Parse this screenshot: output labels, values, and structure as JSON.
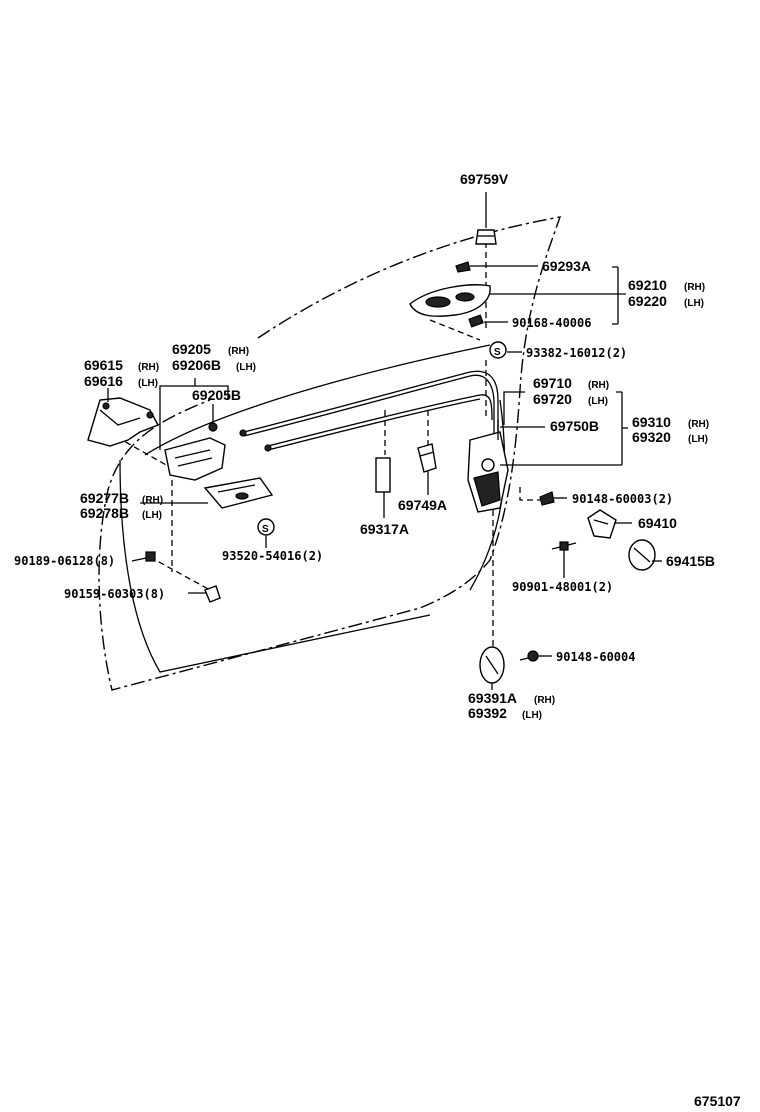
{
  "labels": {
    "p69759v": "69759V",
    "p69293a": "69293A",
    "p69210": "69210",
    "p69220": "69220",
    "p90168": "90168-40006",
    "p93382": "93382-16012(2)",
    "p69205": "69205",
    "p69206b": "69206B",
    "p69205b": "69205B",
    "p69615": "69615",
    "p69616": "69616",
    "p69710": "69710",
    "p69720": "69720",
    "p69310": "69310",
    "p69320": "69320",
    "p69750b": "69750B",
    "p69277b": "69277B",
    "p69278b": "69278B",
    "p69749a": "69749A",
    "p69317a": "69317A",
    "p90148_60003": "90148-60003(2)",
    "p69410": "69410",
    "p93520": "93520-54016(2)",
    "p90189": "90189-06128(8)",
    "p69415b": "69415B",
    "p90901": "90901-48001(2)",
    "p90159": "90159-60303(8)",
    "p90148_60004": "90148-60004",
    "p69391a": "69391A",
    "p69392": "69392"
  },
  "side_tags": {
    "rh": "(RH)",
    "lh": "(LH)"
  },
  "footer": {
    "figure_number": "675107"
  }
}
